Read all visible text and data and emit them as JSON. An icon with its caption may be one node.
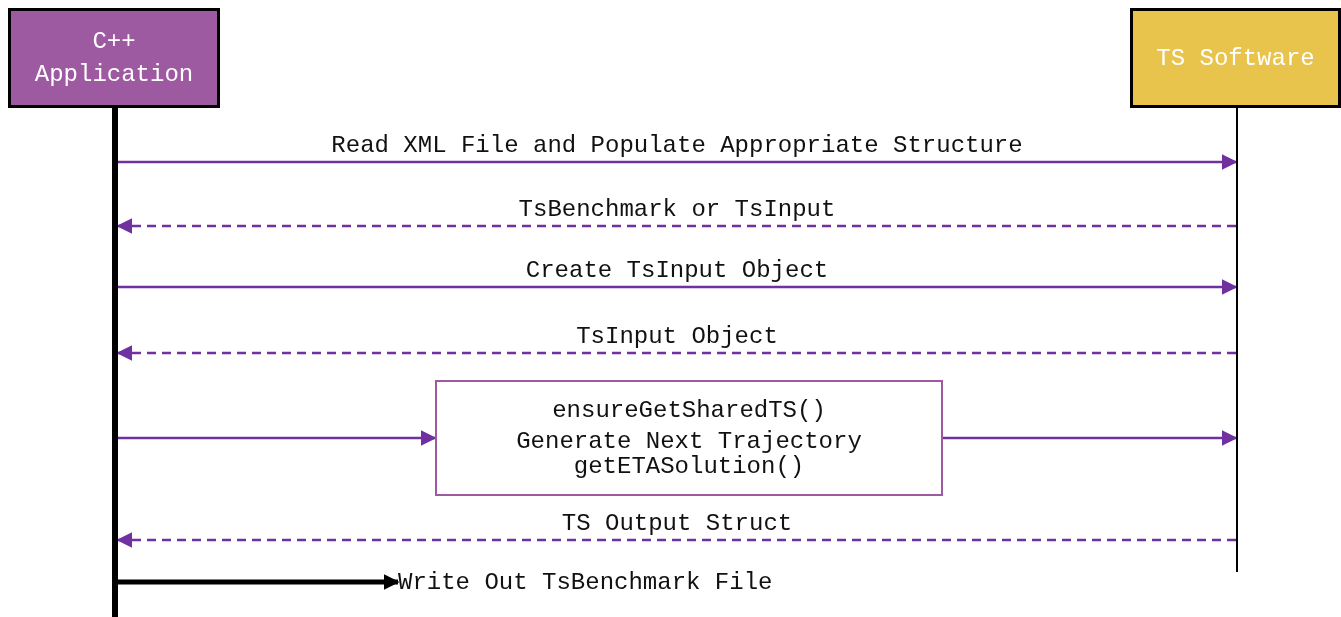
{
  "diagram": {
    "nodes": [
      {
        "text": [
          "C++ Application"
        ]
      },
      {
        "text": [
          "TS Software"
        ]
      },
      {
        "text": [
          "ensureGetSharedTS()",
          "Generate Next Trajectory getETASolution()"
        ]
      },
      {
        "text": [
          "Write Out TsBenchmark File"
        ]
      }
    ],
    "edges": [
      {
        "from": 0,
        "to": 1,
        "arrow": "to",
        "label": "Read XML File and Populate Appropriate Structure"
      },
      {
        "from": 1,
        "to": 0,
        "arrow": "to",
        "label": "TsBenchmark or TsInput",
        "style": "dashed"
      },
      {
        "from": 0,
        "to": 1,
        "arrow": "to",
        "label": "Create TsInput Object"
      },
      {
        "from": 1,
        "to": 0,
        "arrow": "to",
        "label": "TsInput Object",
        "style": "dashed"
      },
      {
        "from": 0,
        "to": 2,
        "arrow": "to"
      },
      {
        "from": 2,
        "to": 1,
        "arrow": "to"
      },
      {
        "from": 1,
        "to": 0,
        "arrow": "to",
        "label": "TS Output Struct",
        "style": "dashed"
      },
      {
        "from": 0,
        "to": 3,
        "arrow": "to",
        "color": "#000000",
        "style": "thick"
      }
    ]
  }
}
